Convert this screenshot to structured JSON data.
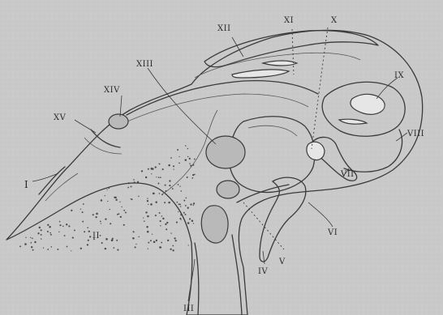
{
  "figure": {
    "labels": {
      "I": "I",
      "II": "II",
      "III": "III",
      "IV": "IV",
      "V": "V",
      "VI": "VI",
      "VII": "VII",
      "VIII": "VIII",
      "IX": "IX",
      "X": "X",
      "XI": "XI",
      "XII": "XII",
      "XIII": "XIII",
      "XIV": "XIV",
      "XV": "XV"
    }
  }
}
